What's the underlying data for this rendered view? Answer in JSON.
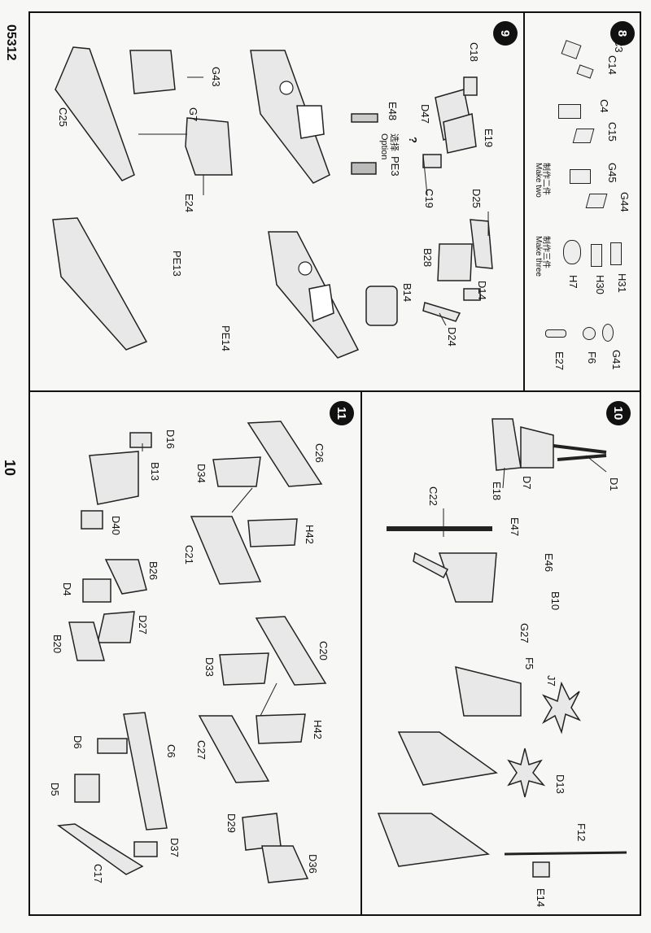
{
  "doc_number": "05312",
  "page_number": "10",
  "steps": {
    "s8": {
      "num": "8",
      "note_cn_two": "制作二件",
      "note_en_two": "Make two",
      "note_cn_three": "制作三件",
      "note_en_three": "Make three"
    },
    "s9": {
      "num": "9",
      "option_cn": "选择",
      "option_en": "Option",
      "option_mark": "?"
    },
    "s10": {
      "num": "10"
    },
    "s11": {
      "num": "11"
    }
  },
  "labels": {
    "C3": "C3",
    "C14": "C14",
    "C4": "C4",
    "C15": "C15",
    "G45": "G45",
    "G44": "G44",
    "H7": "H7",
    "H30": "H30",
    "H31": "H31",
    "E27": "E27",
    "F6": "F6",
    "G41": "G41",
    "C18": "C18",
    "E19": "E19",
    "D47": "D47",
    "C19": "C19",
    "D25": "D25",
    "B28": "B28",
    "D14": "D14",
    "D24": "D24",
    "B14": "B14",
    "E48": "E48",
    "PE3": "PE3",
    "G43": "G43",
    "G7": "G7",
    "C25": "C25",
    "E24": "E24",
    "PE13": "PE13",
    "PE14": "PE14",
    "D1": "D1",
    "D7": "D7",
    "E18": "E18",
    "C22": "C22",
    "E47": "E47",
    "E46": "E46",
    "B10": "B10",
    "G27": "G27",
    "F5": "F5",
    "J7": "J7",
    "D13": "D13",
    "F12": "F12",
    "E14": "E14",
    "C26": "C26",
    "D34": "D34",
    "H42a": "H42",
    "C21": "C21",
    "C20": "C20",
    "D33": "D33",
    "H42b": "H42",
    "C27": "C27",
    "D29": "D29",
    "D36": "D36",
    "D16": "D16",
    "B13": "B13",
    "D40": "D40",
    "B26": "B26",
    "D4": "D4",
    "D27": "D27",
    "B20": "B20",
    "D6": "D6",
    "C6": "C6",
    "D5": "D5",
    "D37": "D37",
    "C17": "C17"
  }
}
